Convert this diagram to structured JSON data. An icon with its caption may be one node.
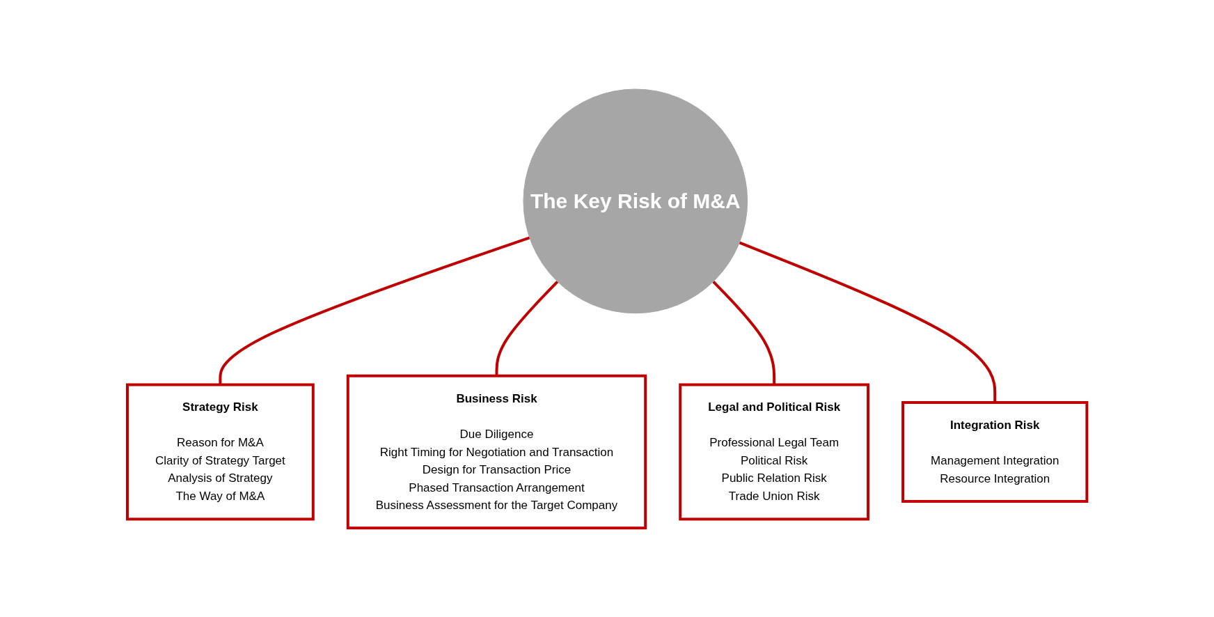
{
  "diagram": {
    "nodes": [
      {
        "text": [
          "The Key Risk of M&A"
        ]
      },
      {
        "text": [
          "Strategy Risk",
          "Reason for M&A",
          "Clarity of Strategy Target",
          "Analysis of Strategy",
          "The Way of  M&A"
        ]
      },
      {
        "text": [
          "Business Risk",
          "Due Diligence",
          "Right Timing for Negotiation and Transaction",
          "Design for Transaction Price",
          "Phased Transaction Arrangement",
          "Business Assessment for the Target Company"
        ]
      },
      {
        "text": [
          "Legal and Political Risk",
          "Professional Legal Team",
          "Political Risk",
          "Public Relation Risk",
          "Trade Union Risk"
        ]
      },
      {
        "text": [
          "Integration Risk",
          "Management Integration",
          "Resource Integration"
        ]
      }
    ],
    "edges": [
      {
        "from": 0,
        "to": 1,
        "arrow": "none"
      },
      {
        "from": 0,
        "to": 2,
        "arrow": "none"
      },
      {
        "from": 0,
        "to": 3,
        "arrow": "none"
      },
      {
        "from": 0,
        "to": 4,
        "arrow": "none"
      }
    ]
  }
}
